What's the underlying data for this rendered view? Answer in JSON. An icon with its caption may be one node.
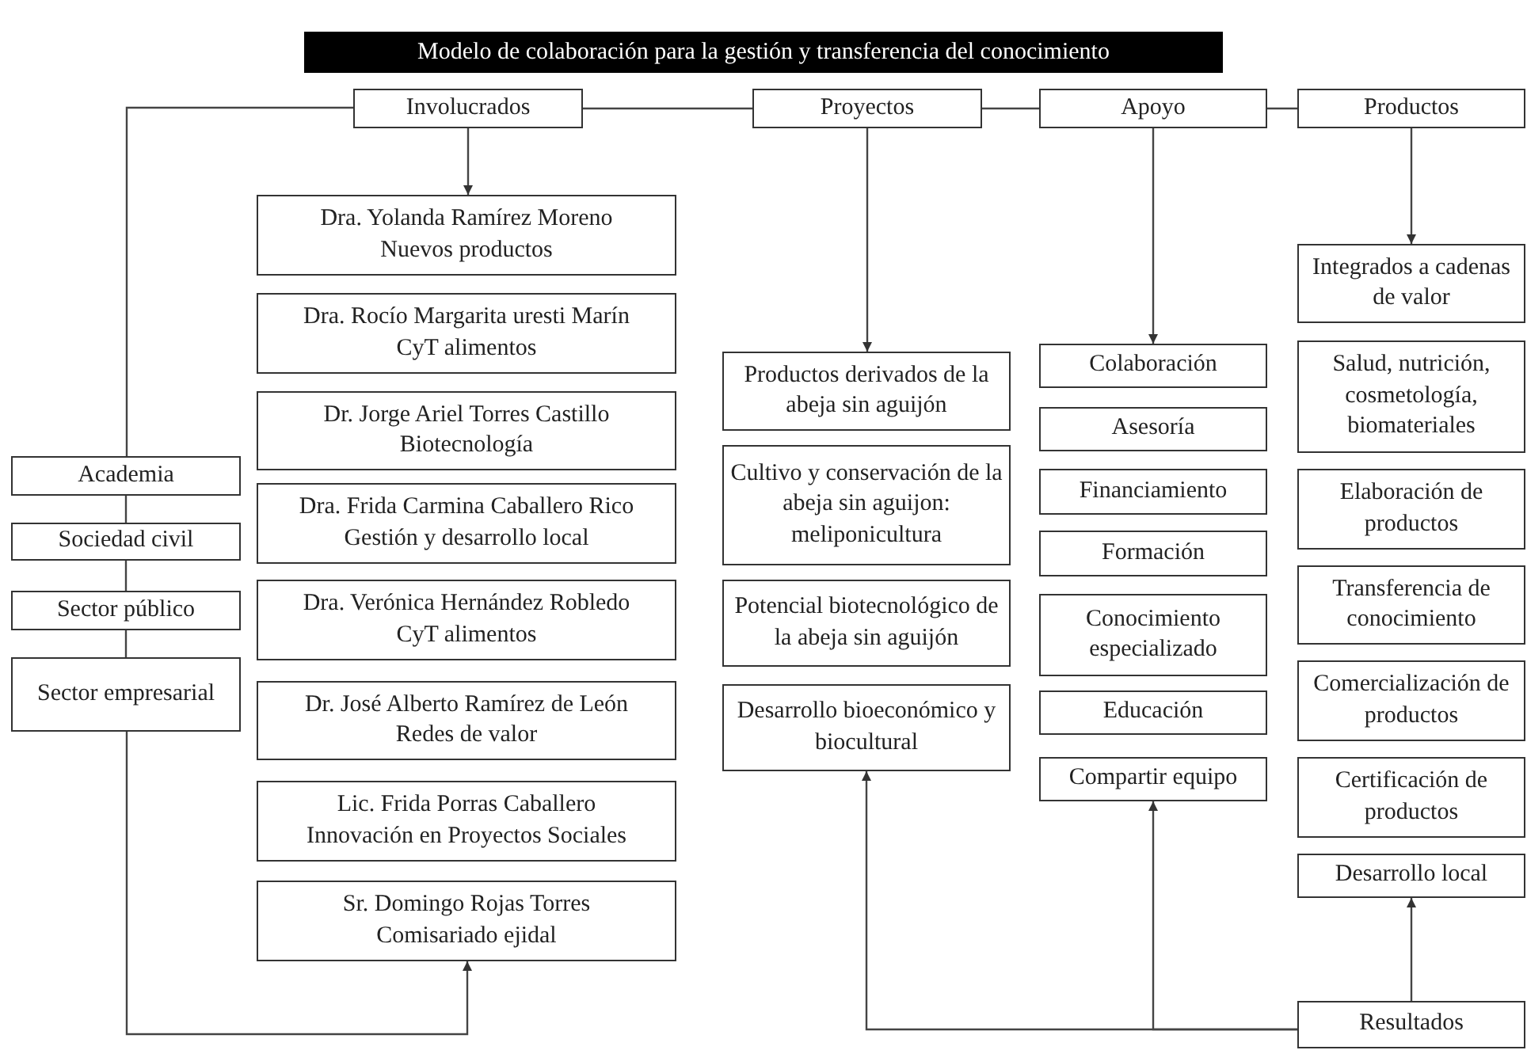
{
  "diagram": {
    "title": "Modelo de colaboración para la gestión y transferencia del conocimiento",
    "nodes": [
      {
        "text": [
          "Involucrados"
        ]
      },
      {
        "text": [
          "Proyectos"
        ]
      },
      {
        "text": [
          "Apoyo"
        ]
      },
      {
        "text": [
          "Productos"
        ]
      },
      {
        "text": [
          "Dra. Yolanda Ramírez Moreno",
          "Nuevos productos"
        ]
      },
      {
        "text": [
          "Dra. Rocío Margarita uresti Marín",
          "CyT alimentos"
        ]
      },
      {
        "text": [
          "Dr. Jorge Ariel Torres Castillo",
          "Biotecnología"
        ]
      },
      {
        "text": [
          "Dra. Frida Carmina Caballero Rico",
          "Gestión y desarrollo local"
        ]
      },
      {
        "text": [
          "Dra. Verónica Hernández Robledo",
          "CyT alimentos"
        ]
      },
      {
        "text": [
          "Dr. José Alberto Ramírez de León",
          "Redes de valor"
        ]
      },
      {
        "text": [
          "Lic. Frida Porras Caballero",
          "Innovación en Proyectos Sociales"
        ]
      },
      {
        "text": [
          "Sr. Domingo Rojas Torres",
          "Comisariado ejidal"
        ]
      },
      {
        "text": [
          "Academia"
        ]
      },
      {
        "text": [
          "Sociedad civil"
        ]
      },
      {
        "text": [
          "Sector público"
        ]
      },
      {
        "text": [
          "Sector empresarial"
        ]
      },
      {
        "text": [
          "Productos derivados de la abeja sin aguijón"
        ]
      },
      {
        "text": [
          "Cultivo y conservación de la abeja sin aguijon: meliponicultura"
        ]
      },
      {
        "text": [
          "Potencial biotecnológico de la abeja sin aguijón"
        ]
      },
      {
        "text": [
          "Desarrollo bioeconómico y biocultural"
        ]
      },
      {
        "text": [
          "Colaboración"
        ]
      },
      {
        "text": [
          "Asesoría"
        ]
      },
      {
        "text": [
          "Financiamiento"
        ]
      },
      {
        "text": [
          "Formación"
        ]
      },
      {
        "text": [
          "Conocimiento especializado"
        ]
      },
      {
        "text": [
          "Educación"
        ]
      },
      {
        "text": [
          "Compartir equipo"
        ]
      },
      {
        "text": [
          "Integrados a cadenas de valor"
        ]
      },
      {
        "text": [
          "Salud, nutrición, cosmetología, biomateriales"
        ]
      },
      {
        "text": [
          "Elaboración de productos"
        ]
      },
      {
        "text": [
          "Transferencia de conocimiento"
        ]
      },
      {
        "text": [
          "Comercialización de productos"
        ]
      },
      {
        "text": [
          "Certificación de productos"
        ]
      },
      {
        "text": [
          "Desarrollo local"
        ]
      },
      {
        "text": [
          "Resultados"
        ]
      }
    ],
    "edges": [
      {
        "from": 0,
        "to": 1,
        "arrow": "none"
      },
      {
        "from": 1,
        "to": 2,
        "arrow": "none"
      },
      {
        "from": 2,
        "to": 3,
        "arrow": "none"
      },
      {
        "from": 0,
        "to": 4,
        "arrow": "to"
      },
      {
        "from": 1,
        "to": 16,
        "arrow": "to"
      },
      {
        "from": 2,
        "to": 20,
        "arrow": "to"
      },
      {
        "from": 3,
        "to": 27,
        "arrow": "to"
      },
      {
        "from": 0,
        "to": 12,
        "arrow": "none"
      },
      {
        "from": 12,
        "to": 13,
        "arrow": "none"
      },
      {
        "from": 13,
        "to": 14,
        "arrow": "none"
      },
      {
        "from": 14,
        "to": 15,
        "arrow": "none"
      },
      {
        "from": 15,
        "to": 11,
        "arrow": "to"
      },
      {
        "from": 34,
        "to": 19,
        "arrow": "to"
      },
      {
        "from": 34,
        "to": 26,
        "arrow": "to"
      },
      {
        "from": 34,
        "to": 33,
        "arrow": "to"
      }
    ]
  }
}
